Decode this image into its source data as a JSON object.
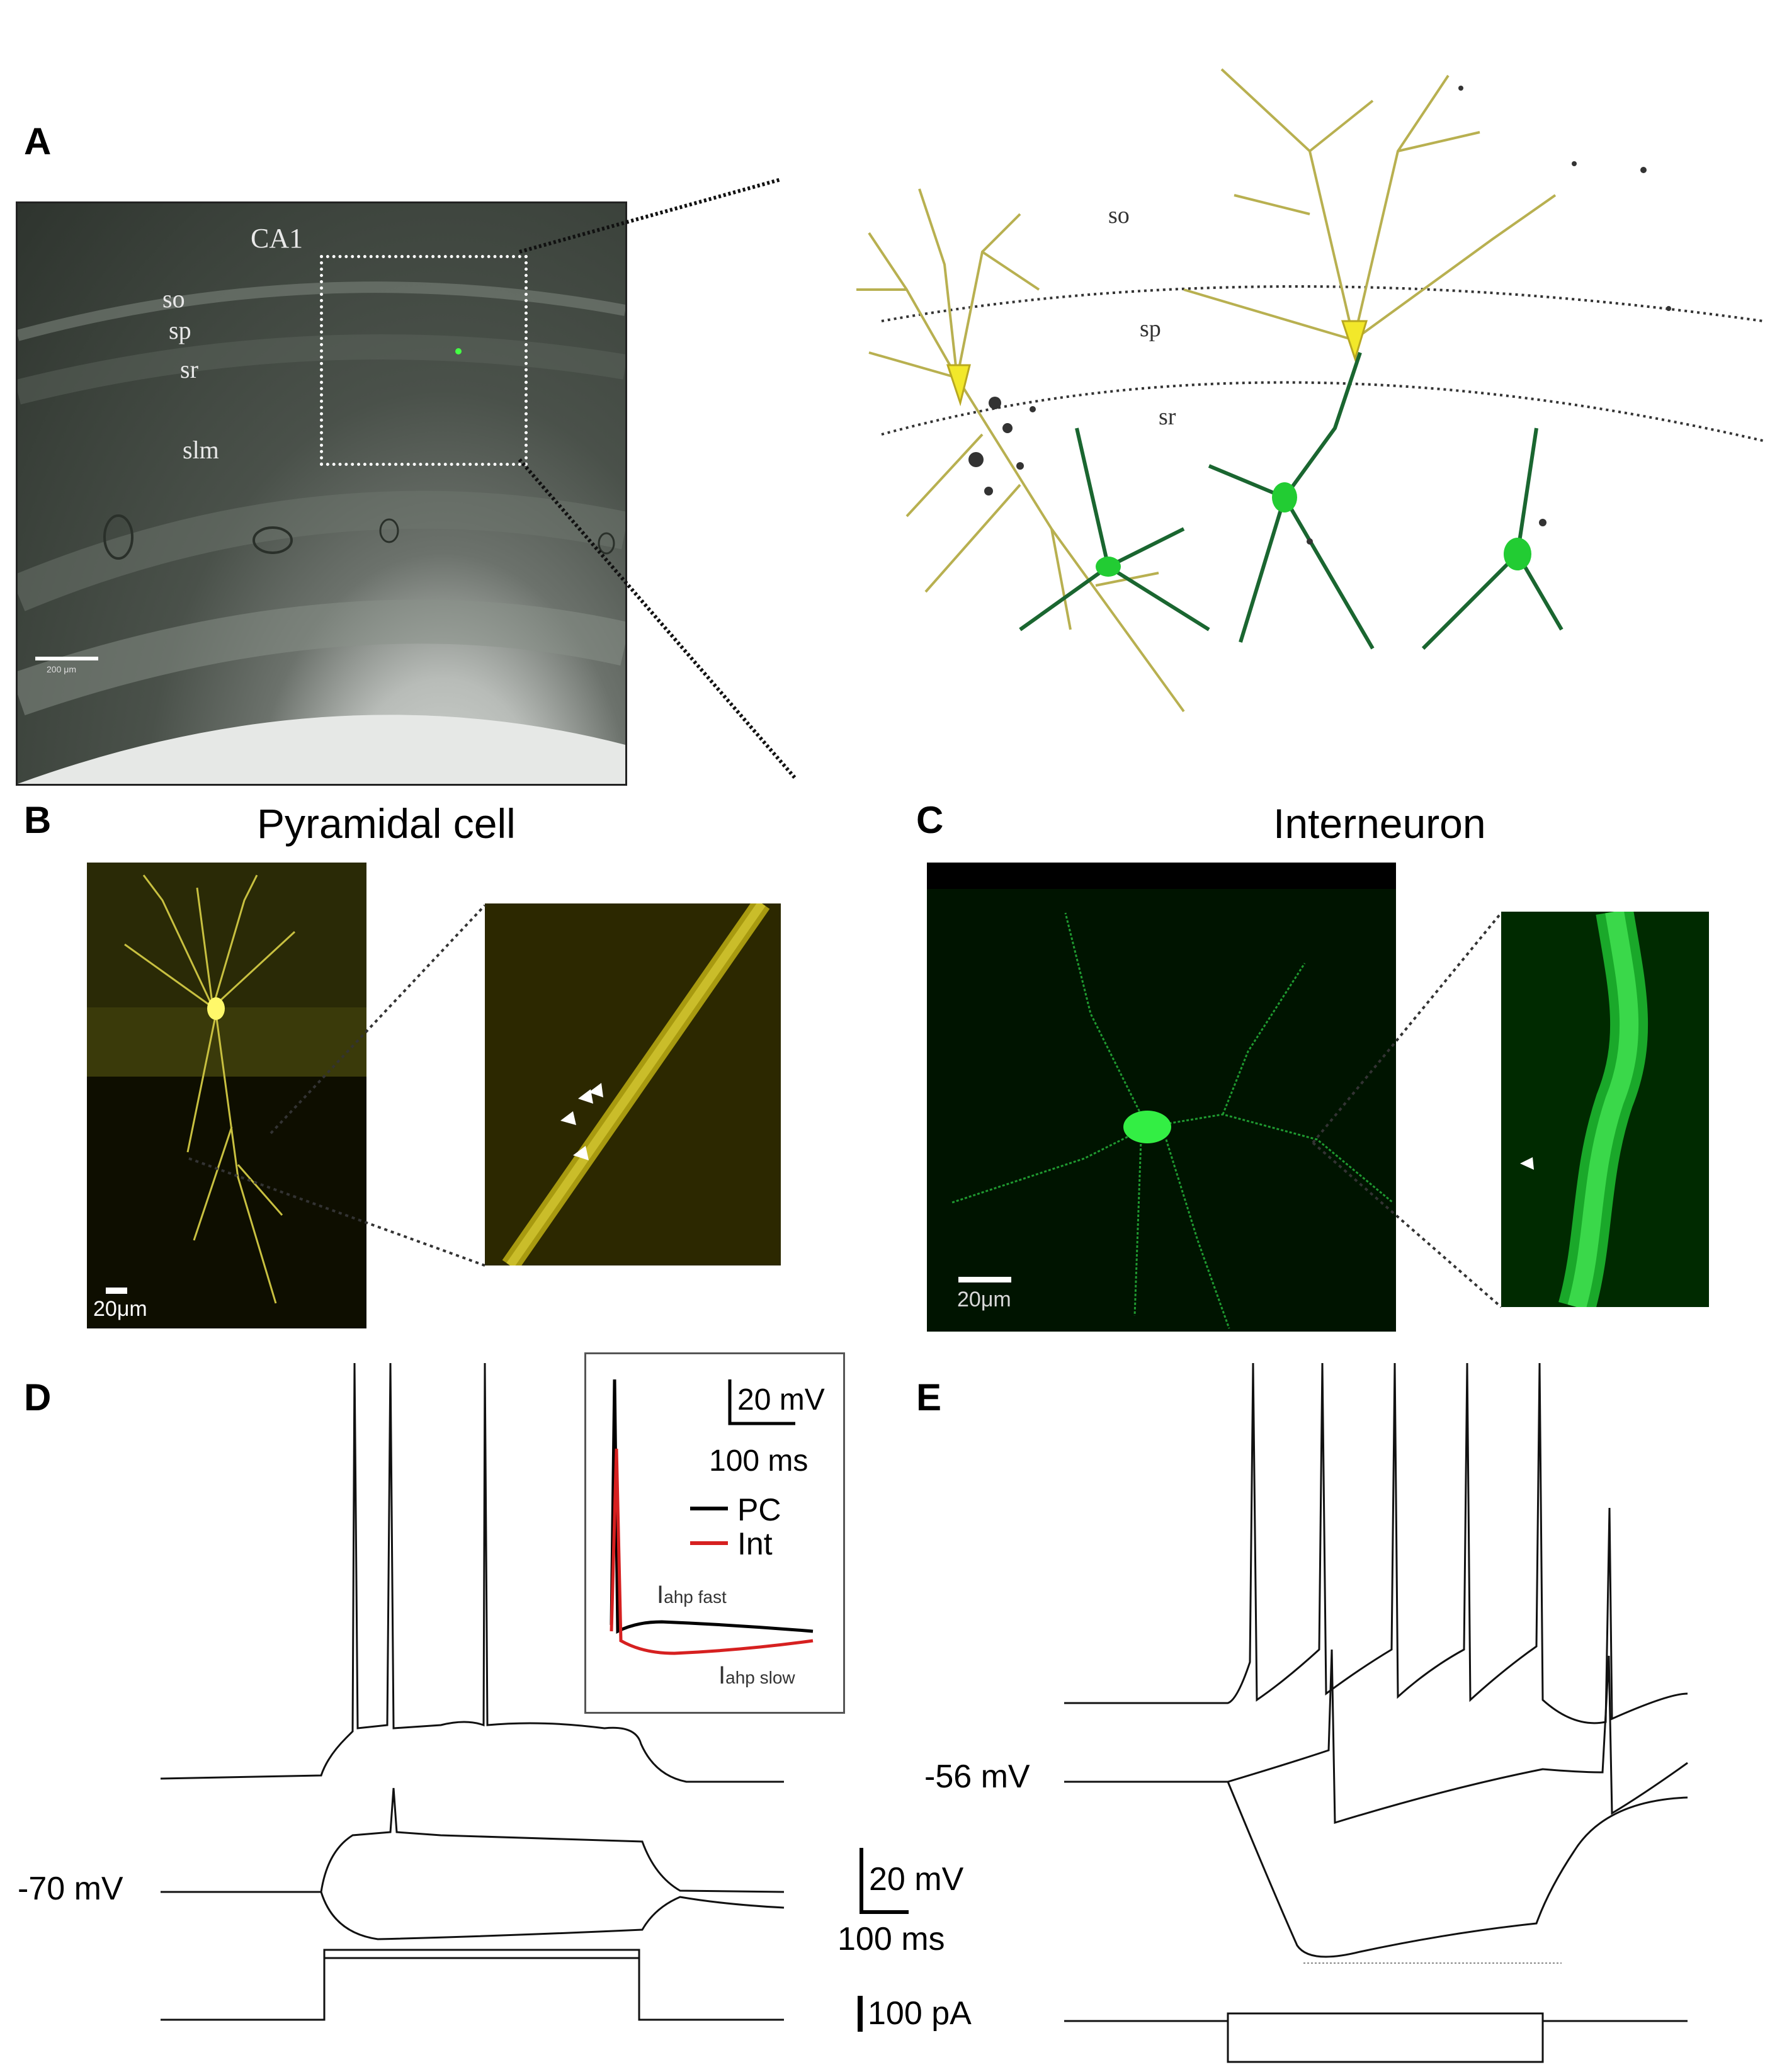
{
  "panels": {
    "a": {
      "label": "A",
      "region_label": "CA1",
      "layers": [
        "so",
        "sp",
        "sr",
        "slm"
      ],
      "scale_bar_text": "200 μm",
      "recon_layers": [
        "so",
        "sp",
        "sr"
      ]
    },
    "b": {
      "label": "B",
      "title": "Pyramidal cell",
      "scale_text": "20μm"
    },
    "c": {
      "label": "C",
      "title": "Interneuron",
      "scale_text": "20μm"
    },
    "d": {
      "label": "D",
      "resting_potential": "-70 mV",
      "inset": {
        "scale_mv": "20 mV",
        "scale_ms": "100 ms",
        "legend": [
          {
            "name": "PC",
            "color": "#000000"
          },
          {
            "name": "Int",
            "color": "#d62020"
          }
        ],
        "iahp_fast_main": "I",
        "iahp_fast_sub": "ahp fast",
        "iahp_slow_main": "I",
        "iahp_slow_sub": "ahp slow"
      }
    },
    "e": {
      "label": "E",
      "resting_potential": "-56 mV"
    },
    "scale": {
      "mv": "20 mV",
      "ms": "100 ms",
      "pa": "100 pA"
    }
  },
  "colors": {
    "pyramidal": "#e8e040",
    "interneuron": "#22cc33",
    "inset_int": "#d62020"
  }
}
